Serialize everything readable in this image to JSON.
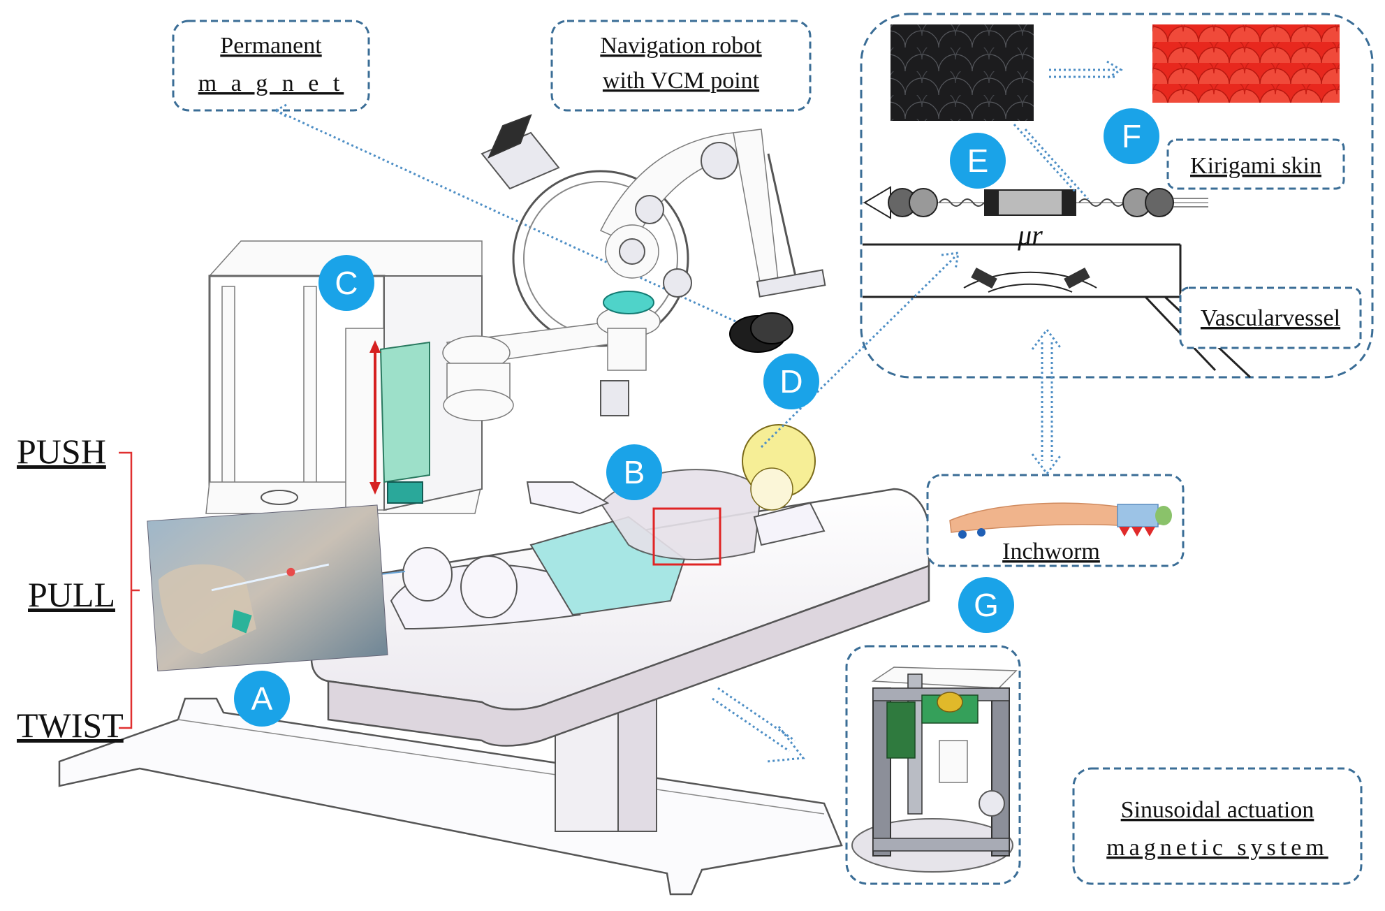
{
  "labels": {
    "permanent_magnet_line1": "Permanent",
    "permanent_magnet_line2": "m a g n e t",
    "navigation_line1": "Navigation robot",
    "navigation_line2": "with VCM point",
    "kirigami": "Kirigami skin",
    "vascular": "Vascularvessel",
    "inchworm": "Inchworm",
    "sinusoidal_line1": "Sinusoidal actuation",
    "sinusoidal_line2": "magnetic system",
    "mu_symbol": "μr"
  },
  "controls": [
    "PUSH",
    "PULL",
    "TWIST"
  ],
  "badges": [
    "A",
    "B",
    "C",
    "D",
    "E",
    "F",
    "G"
  ],
  "colors": {
    "badge": "#1aa3e8",
    "callout_border": "#3a6d96",
    "arrow": "#4d8ec5",
    "bracket": "#e03030",
    "kirigami_red": "#e8281e",
    "inchworm_body": "#f0b48c",
    "inchworm_head": "#9cc3e6"
  }
}
